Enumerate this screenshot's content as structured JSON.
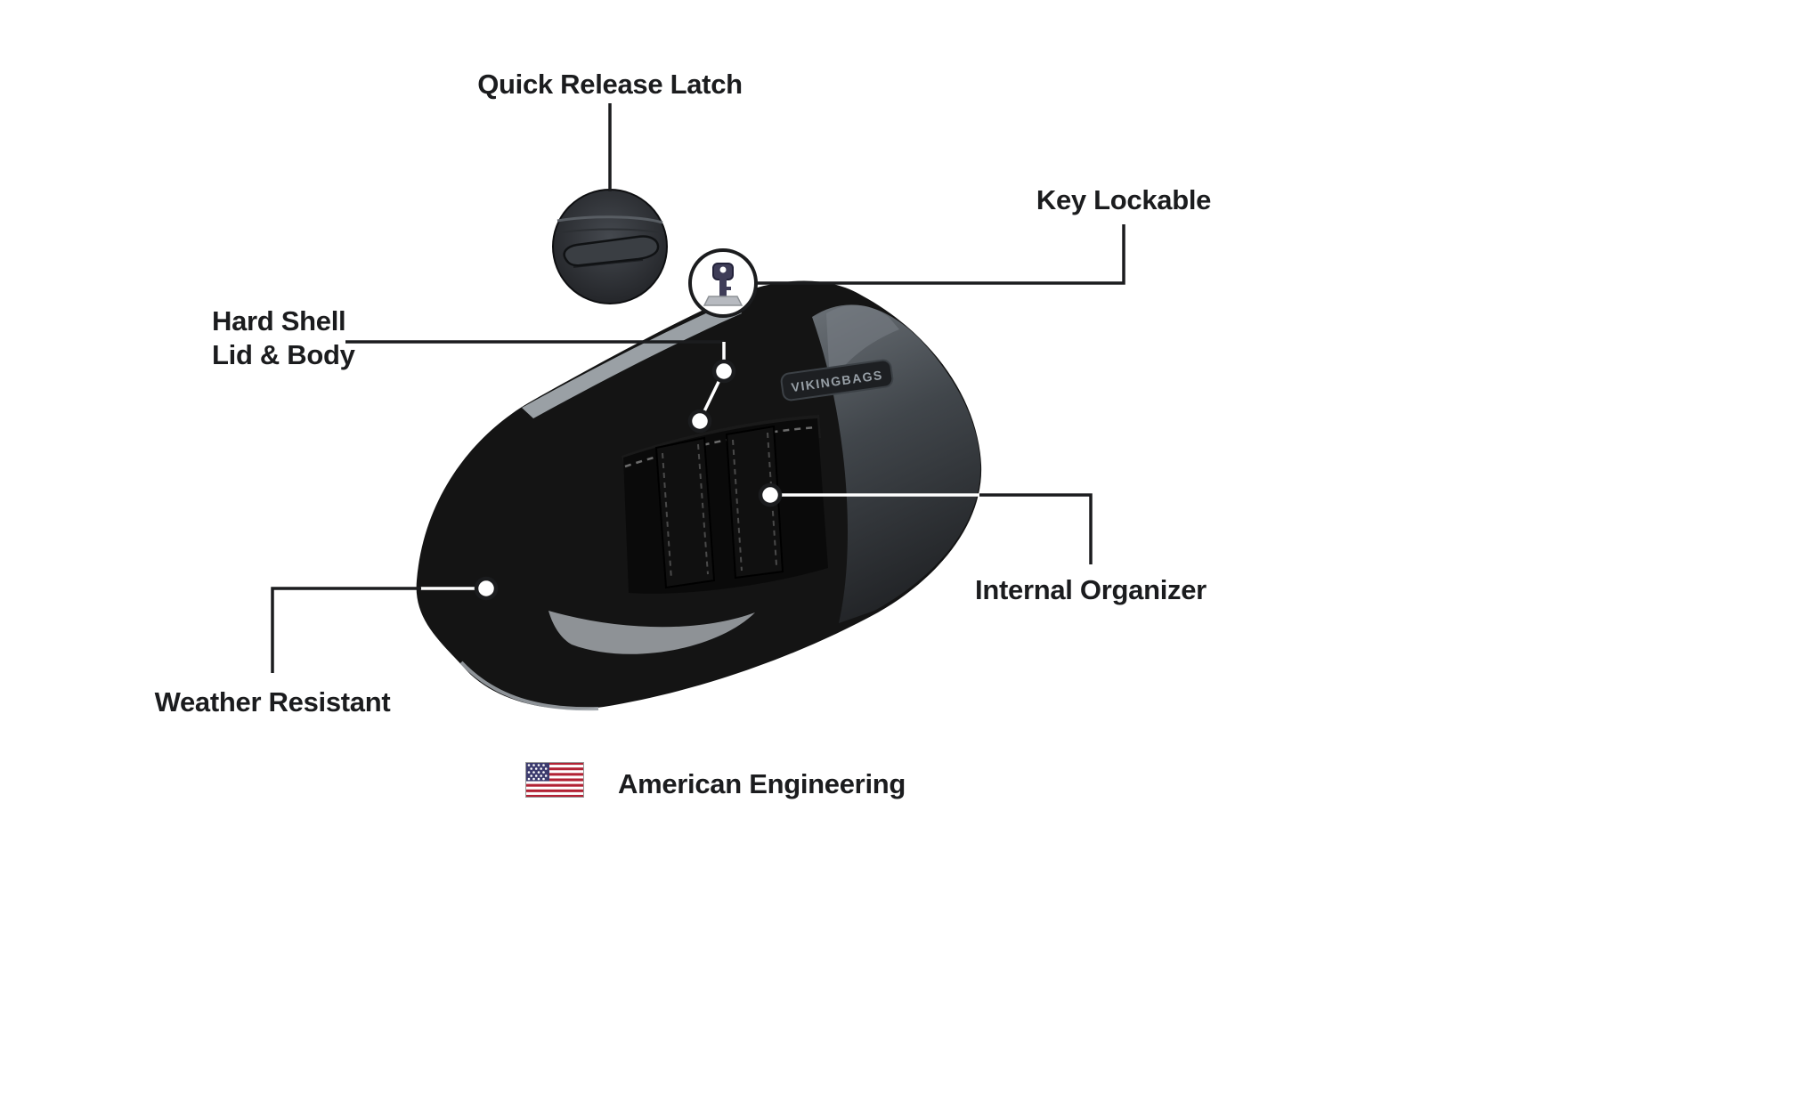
{
  "callouts": {
    "quick_release_latch": {
      "label": "Quick Release Latch"
    },
    "key_lockable": {
      "label": "Key Lockable"
    },
    "hard_shell_lid_body": {
      "line1": "Hard Shell",
      "line2": "Lid & Body"
    },
    "internal_organizer": {
      "label": "Internal Organizer"
    },
    "weather_resistant": {
      "label": "Weather Resistant"
    }
  },
  "product": {
    "brand_badge": "VIKINGBAGS"
  },
  "footer": {
    "label": "American Engineering"
  },
  "icons": {
    "flag": "us-flag-icon",
    "key": "key-icon",
    "latch_detail": "quick-release-latch-icon"
  },
  "colors": {
    "text": "#1b1c1e",
    "callout_line": "#1b1c1e",
    "bag_body": "#141414",
    "accent_gray": "#9aa0a5",
    "flag_red": "#b22234",
    "flag_blue": "#3c3b6e"
  }
}
